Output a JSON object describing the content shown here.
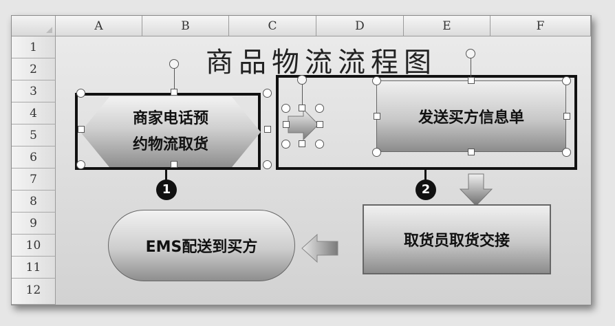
{
  "sheet": {
    "columns": [
      "A",
      "B",
      "C",
      "D",
      "E",
      "F"
    ],
    "rows": [
      "1",
      "2",
      "3",
      "4",
      "5",
      "6",
      "7",
      "8",
      "9",
      "10",
      "11",
      "12"
    ]
  },
  "title": "商品物流流程图",
  "shapes": {
    "step_call_line1": "商家电话预",
    "step_call_line2": "约物流取货",
    "step_send_info": "发送买方信息单",
    "step_pickup": "取货员取货交接",
    "step_ems": "EMS配送到买方"
  },
  "callouts": [
    "1",
    "2"
  ]
}
